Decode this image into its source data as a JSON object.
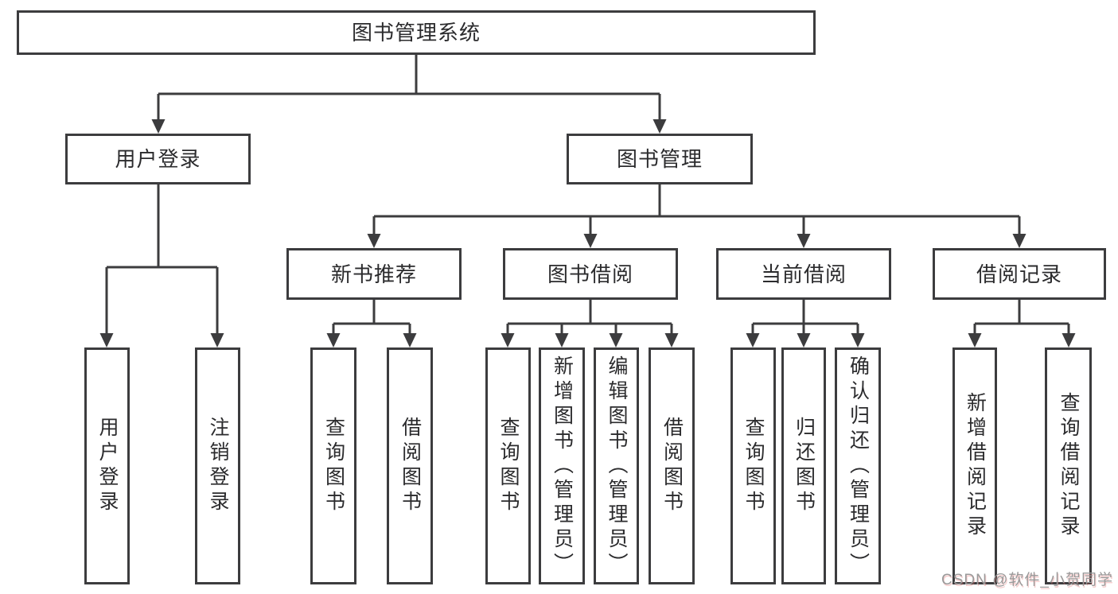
{
  "diagram": {
    "root": {
      "label": "图书管理系统"
    },
    "branches": [
      {
        "label": "用户登录",
        "children": [
          {
            "label": "用户登录"
          },
          {
            "label": "注销登录"
          }
        ]
      },
      {
        "label": "图书管理",
        "children": [
          {
            "label": "新书推荐",
            "children": [
              {
                "label": "查询图书"
              },
              {
                "label": "借阅图书"
              }
            ]
          },
          {
            "label": "图书借阅",
            "children": [
              {
                "label": "查询图书"
              },
              {
                "label": "新增图书（管理员）"
              },
              {
                "label": "编辑图书（管理员）"
              },
              {
                "label": "借阅图书"
              }
            ]
          },
          {
            "label": "当前借阅",
            "children": [
              {
                "label": "查询图书"
              },
              {
                "label": "归还图书"
              },
              {
                "label": "确认归还（管理员）"
              }
            ]
          },
          {
            "label": "借阅记录",
            "children": [
              {
                "label": "新增借阅记录"
              },
              {
                "label": "查询借阅记录"
              }
            ]
          }
        ]
      }
    ]
  },
  "watermark": {
    "text": "CSDN @软件_小贺同学"
  },
  "colors": {
    "line": "#3c3c3e",
    "text": "#2b2b2d",
    "background": "#ffffff",
    "watermark": "#9a9a9a"
  }
}
